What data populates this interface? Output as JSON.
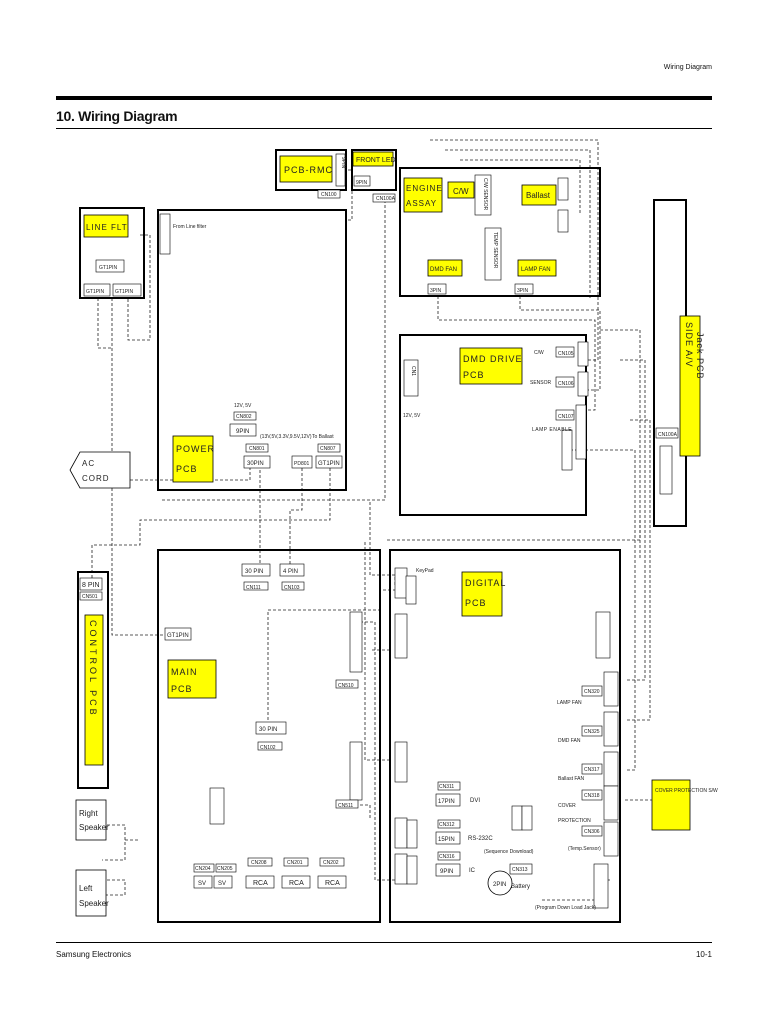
{
  "header": {
    "section": "Wiring Diagram"
  },
  "title": "10. Wiring Diagram",
  "footer": {
    "company": "Samsung Electronics",
    "page": "10-1"
  },
  "labels": {
    "pcb_rmc": "PCB-RMC",
    "front_led": "FRONT LED",
    "cn100": "CN100",
    "cn100a": "CN100A",
    "pin9": "9PIN",
    "pin9v": "9PIN",
    "engine": "ENGINE",
    "assay": "ASSAY",
    "cw": "C/W",
    "cw_sensor": "C/W SENSOR",
    "ballast": "Ballast",
    "temp_sensor": "TEMP SENSOR",
    "dmd_fan": "DMD FAN",
    "lamp_fan": "LAMP FAN",
    "fan_pin_a": "3PIN",
    "fan_pin_b": "3PIN",
    "line_flt": "LINE FLT.",
    "from_line_filter": "From Line filter",
    "gt1pin_a": "GT1PIN",
    "gt1pin_b": "GT1PIN",
    "gt1pin_c": "GT1PIN",
    "power": "POWER",
    "pcb_power": "PCB",
    "v12_5": "12V, 5V",
    "cn802": "CN802",
    "pin9_b": "9PIN",
    "volts": "(13V,5V,3.3V,9.5V,12V)",
    "cn801": "CN801",
    "pin30_a": "30PIN",
    "to_ballast": "To Ballast",
    "pd801": "PD801",
    "gt1pin_d": "GT1PIN",
    "cn807": "CN807",
    "ac": "AC",
    "cord": "CORD",
    "dmd_drive": "DMD DRIVE",
    "pcb_dmd": "PCB",
    "dmd_cn": "CN1",
    "v12_5_b": "12V, 5V",
    "dmd_cw": "C/W",
    "cn105": "CN105",
    "sensor": "SENSOR",
    "cn106": "CN106",
    "cn107": "CN107",
    "lamp_enable": "LAMP ENABLE",
    "side_av": "SIDE A/V",
    "jack_pcb": "Jack PCB",
    "cn100a_side": "CN100A",
    "control_pcb": "CONTROL PCB",
    "pin8": "8 PIN",
    "cn501": "CN501",
    "main": "MAIN",
    "pcb_main": "PCB",
    "pin30_b": "30 PIN",
    "cn111": "CN111",
    "pin4": "4 PIN",
    "cn103": "CN103",
    "gt1pin_main": "GT1PIN",
    "cn510": "CN510",
    "pin30_c": "30 PIN",
    "cn102": "CN102",
    "cn511": "CN511",
    "cn204": "CN204",
    "sv_a": "SV",
    "cn205": "CN205",
    "sv_b": "SV",
    "cn208": "CN208",
    "rca_a": "RCA",
    "cn201": "CN201",
    "rca_b": "RCA",
    "cn202": "CN202",
    "rca_c": "RCA",
    "right": "Right",
    "speaker_r": "Speaker",
    "left": "Left",
    "speaker_l": "Speaker",
    "digital": "DIGITAL",
    "pcb_digital": "PCB",
    "keypad": "KeyPad",
    "cn311": "CN311",
    "pin17": "17PIN",
    "dvi": "DVI",
    "cn312": "CN312",
    "pin15": "15PIN",
    "rs232c": "RS-232C",
    "seq_download": "(Sequence Download)",
    "cn316": "CN316",
    "pin9_c": "9PIN",
    "ic": "IC",
    "pin2": "2PIN",
    "cn313": "CN313",
    "battery": "Battery",
    "program_jack": "(Program Down Load Jack)",
    "lamp_fan_r": "LAMP FAN",
    "cn320": "CN320",
    "dmd_fan_r": "DMD FAN",
    "cn325": "CN325",
    "ballast_fan": "Ballast FAN",
    "cn317": "CN317",
    "cn318": "CN318",
    "cover_prot": "COVER",
    "protection": "PROTECTION",
    "cn306": "CN306",
    "temp_sensor_r": "(Temp.Sensor)",
    "cover_protection_sw": "COVER PROTECTION S/W"
  }
}
